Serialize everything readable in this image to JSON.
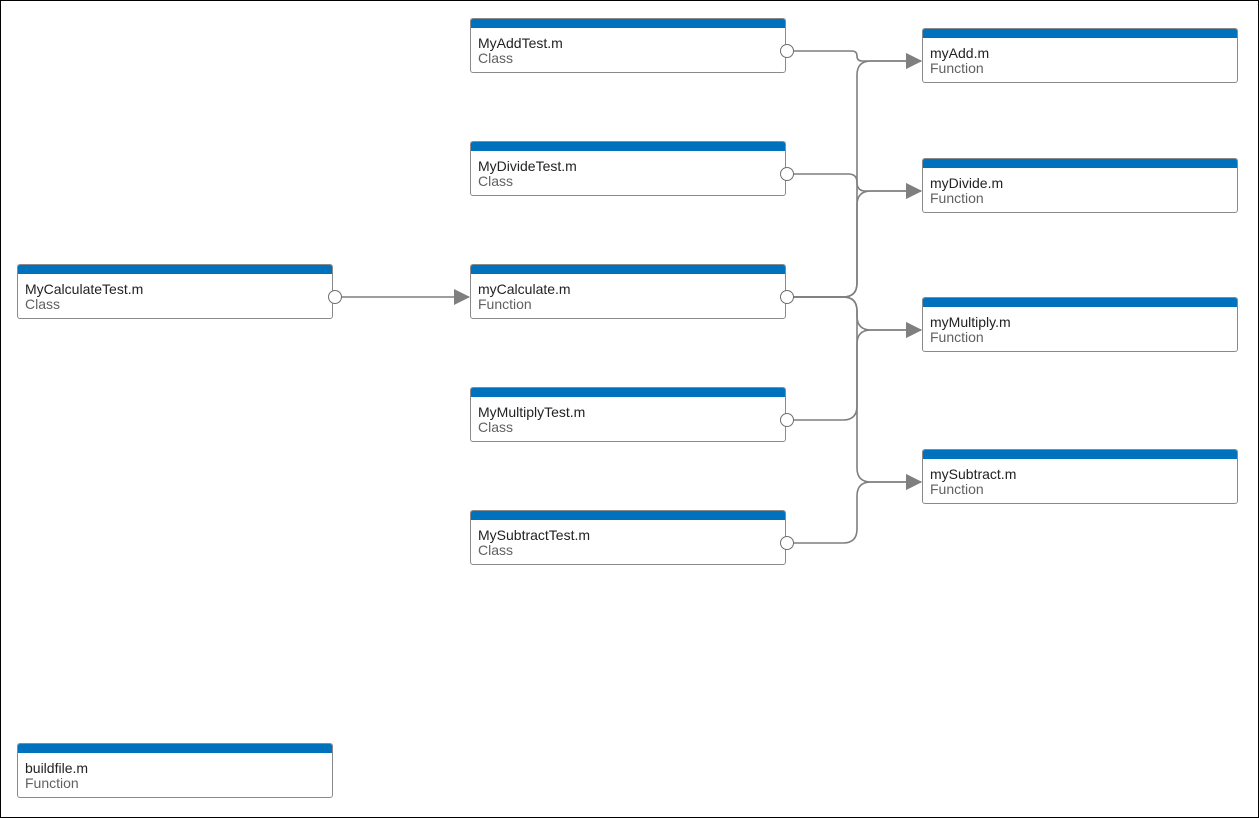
{
  "nodes": [
    {
      "id": "myaddtest",
      "name": "MyAddTest.m",
      "type": "Class"
    },
    {
      "id": "mydividetest",
      "name": "MyDivideTest.m",
      "type": "Class"
    },
    {
      "id": "mycalculate",
      "name": "myCalculate.m",
      "type": "Function"
    },
    {
      "id": "mymultiplytest",
      "name": "MyMultiplyTest.m",
      "type": "Class"
    },
    {
      "id": "mysubtracttest",
      "name": "MySubtractTest.m",
      "type": "Class"
    },
    {
      "id": "mycalculatetest",
      "name": "MyCalculateTest.m",
      "type": "Class"
    },
    {
      "id": "buildfile",
      "name": "buildfile.m",
      "type": "Function"
    },
    {
      "id": "myadd",
      "name": "myAdd.m",
      "type": "Function"
    },
    {
      "id": "mydivide",
      "name": "myDivide.m",
      "type": "Function"
    },
    {
      "id": "mymultiply",
      "name": "myMultiply.m",
      "type": "Function"
    },
    {
      "id": "mysubtract",
      "name": "mySubtract.m",
      "type": "Function"
    }
  ],
  "edges": [
    {
      "from": "mycalculatetest",
      "to": "mycalculate"
    },
    {
      "from": "myaddtest",
      "to": "myadd"
    },
    {
      "from": "mydividetest",
      "to": "mydivide"
    },
    {
      "from": "mycalculate",
      "to": "myadd"
    },
    {
      "from": "mycalculate",
      "to": "mydivide"
    },
    {
      "from": "mycalculate",
      "to": "mymultiply"
    },
    {
      "from": "mycalculate",
      "to": "mysubtract"
    },
    {
      "from": "mymultiplytest",
      "to": "mymultiply"
    },
    {
      "from": "mysubtracttest",
      "to": "mysubtract"
    }
  ],
  "colors": {
    "header": "#0072bd",
    "edge": "#7f7f7f",
    "border": "#8a8a8a"
  }
}
